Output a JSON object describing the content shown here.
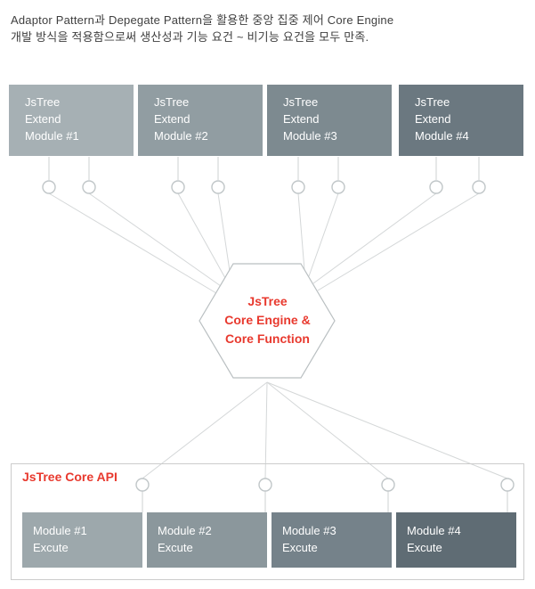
{
  "header": {
    "line1": "Adaptor Pattern과 Depegate Pattern을 활용한 중앙 집중 제어 Core Engine",
    "line2": "개발 방식을 적용함으로써 생산성과 기능 요건 ~ 비기능 요건을 모두 만족."
  },
  "top_modules": [
    {
      "line1": "JsTree",
      "line2": "Extend",
      "line3": "Module #1",
      "color": "#a6b0b4"
    },
    {
      "line1": "JsTree",
      "line2": "Extend",
      "line3": "Module #2",
      "color": "#919da2"
    },
    {
      "line1": "JsTree",
      "line2": "Extend",
      "line3": "Module #3",
      "color": "#7d8a90"
    },
    {
      "line1": "JsTree",
      "line2": "Extend",
      "line3": "Module #4",
      "color": "#6b7880"
    }
  ],
  "hexagon": {
    "line1": "JsTree",
    "line2": "Core Engine &",
    "line3": "Core Function",
    "text_color": "#e8392e"
  },
  "core_api": {
    "label": "JsTree Core API",
    "label_color": "#e8392e"
  },
  "bottom_modules": [
    {
      "line1": "Module #1",
      "line2": "Excute",
      "color": "#9da8ac"
    },
    {
      "line1": "Module #2",
      "line2": "Excute",
      "color": "#8b979c"
    },
    {
      "line1": "Module #3",
      "line2": "Excute",
      "color": "#75828a"
    },
    {
      "line1": "Module #4",
      "line2": "Excute",
      "color": "#5f6c74"
    }
  ],
  "colors": {
    "connector_line": "#cdd1d2",
    "connector_circle": "#c0c6c8",
    "hexagon_stroke": "#b9bfc1",
    "container_border": "#cccccc",
    "header_text": "#3f3f3f"
  }
}
